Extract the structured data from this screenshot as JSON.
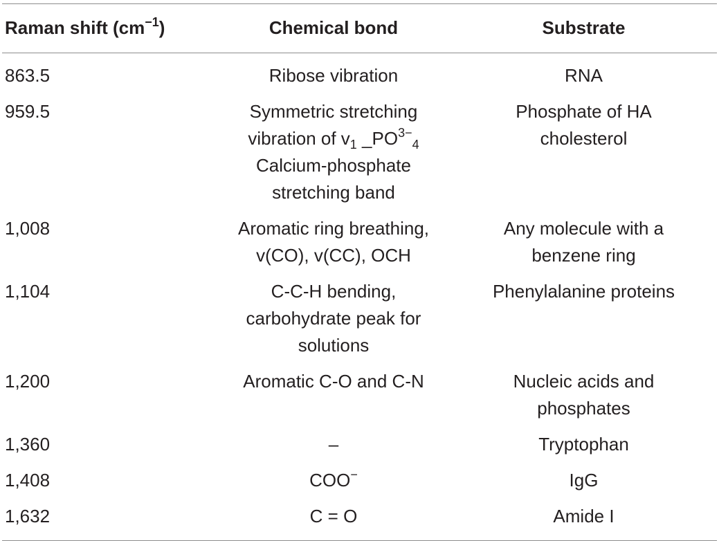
{
  "table": {
    "headers": {
      "shift": "Raman shift (cm",
      "shift_sup": "−1",
      "shift_close": ")",
      "bond": "Chemical bond",
      "substrate": "Substrate"
    },
    "rows": [
      {
        "shift": "863.5",
        "bond": [
          "Ribose vibration"
        ],
        "substrate": [
          "RNA"
        ]
      },
      {
        "shift": "959.5",
        "bond_line1": "Symmetric stretching",
        "bond_line2_pre": "vibration of v",
        "bond_line2_sub1": "1",
        "bond_line2_mid": " _PO",
        "bond_line2_sup": "3−",
        "bond_line2_sub2": "4",
        "bond_line3": "Calcium-phosphate",
        "bond_line4": "stretching band",
        "substrate": [
          "Phosphate of HA",
          "cholesterol"
        ]
      },
      {
        "shift": "1,008",
        "bond": [
          "Aromatic ring breathing,",
          "v(CO), v(CC), OCH"
        ],
        "substrate": [
          "Any molecule with a",
          "benzene ring"
        ]
      },
      {
        "shift": "1,104",
        "bond": [
          "C-C-H bending,",
          "carbohydrate peak for",
          "solutions"
        ],
        "substrate": [
          "Phenylalanine proteins"
        ]
      },
      {
        "shift": "1,200",
        "bond": [
          "Aromatic C-O and C-N"
        ],
        "substrate": [
          "Nucleic acids and",
          "phosphates"
        ]
      },
      {
        "shift": "1,360",
        "bond": [
          "–"
        ],
        "substrate": [
          "Tryptophan"
        ]
      },
      {
        "shift": "1,408",
        "bond_text": "COO",
        "bond_sup": "−",
        "substrate": [
          "IgG"
        ]
      },
      {
        "shift": "1,632",
        "bond": [
          "C = O"
        ],
        "substrate": [
          "Amide I"
        ]
      }
    ]
  }
}
